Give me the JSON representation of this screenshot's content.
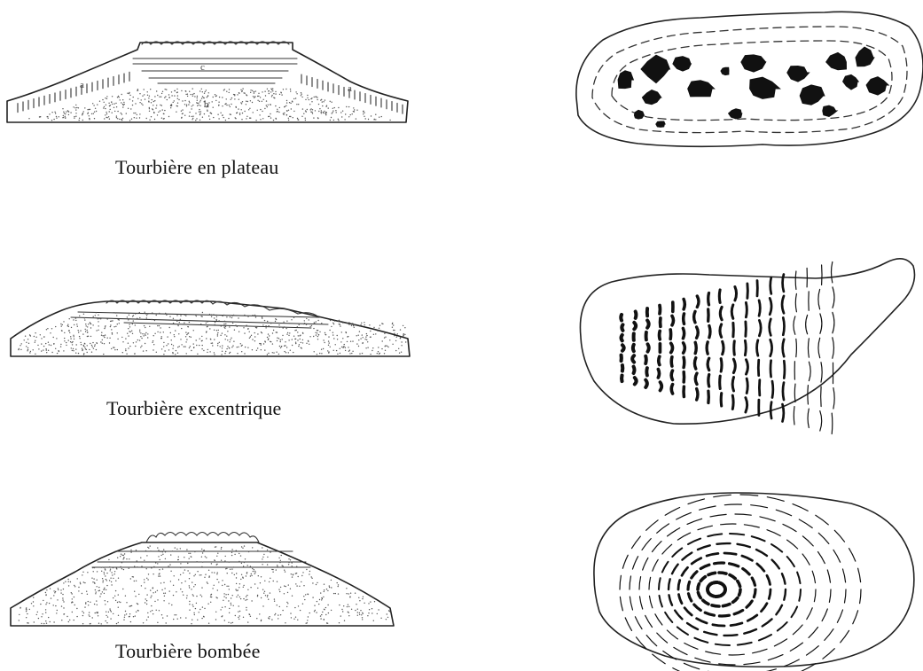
{
  "rows": [
    {
      "caption": "Tourbière en plateau",
      "profile_letters": [
        "c",
        "b",
        "a",
        "a"
      ]
    },
    {
      "caption": "Tourbière excentrique",
      "profile_letters": []
    },
    {
      "caption": "Tourbière bombée",
      "profile_letters": []
    }
  ]
}
